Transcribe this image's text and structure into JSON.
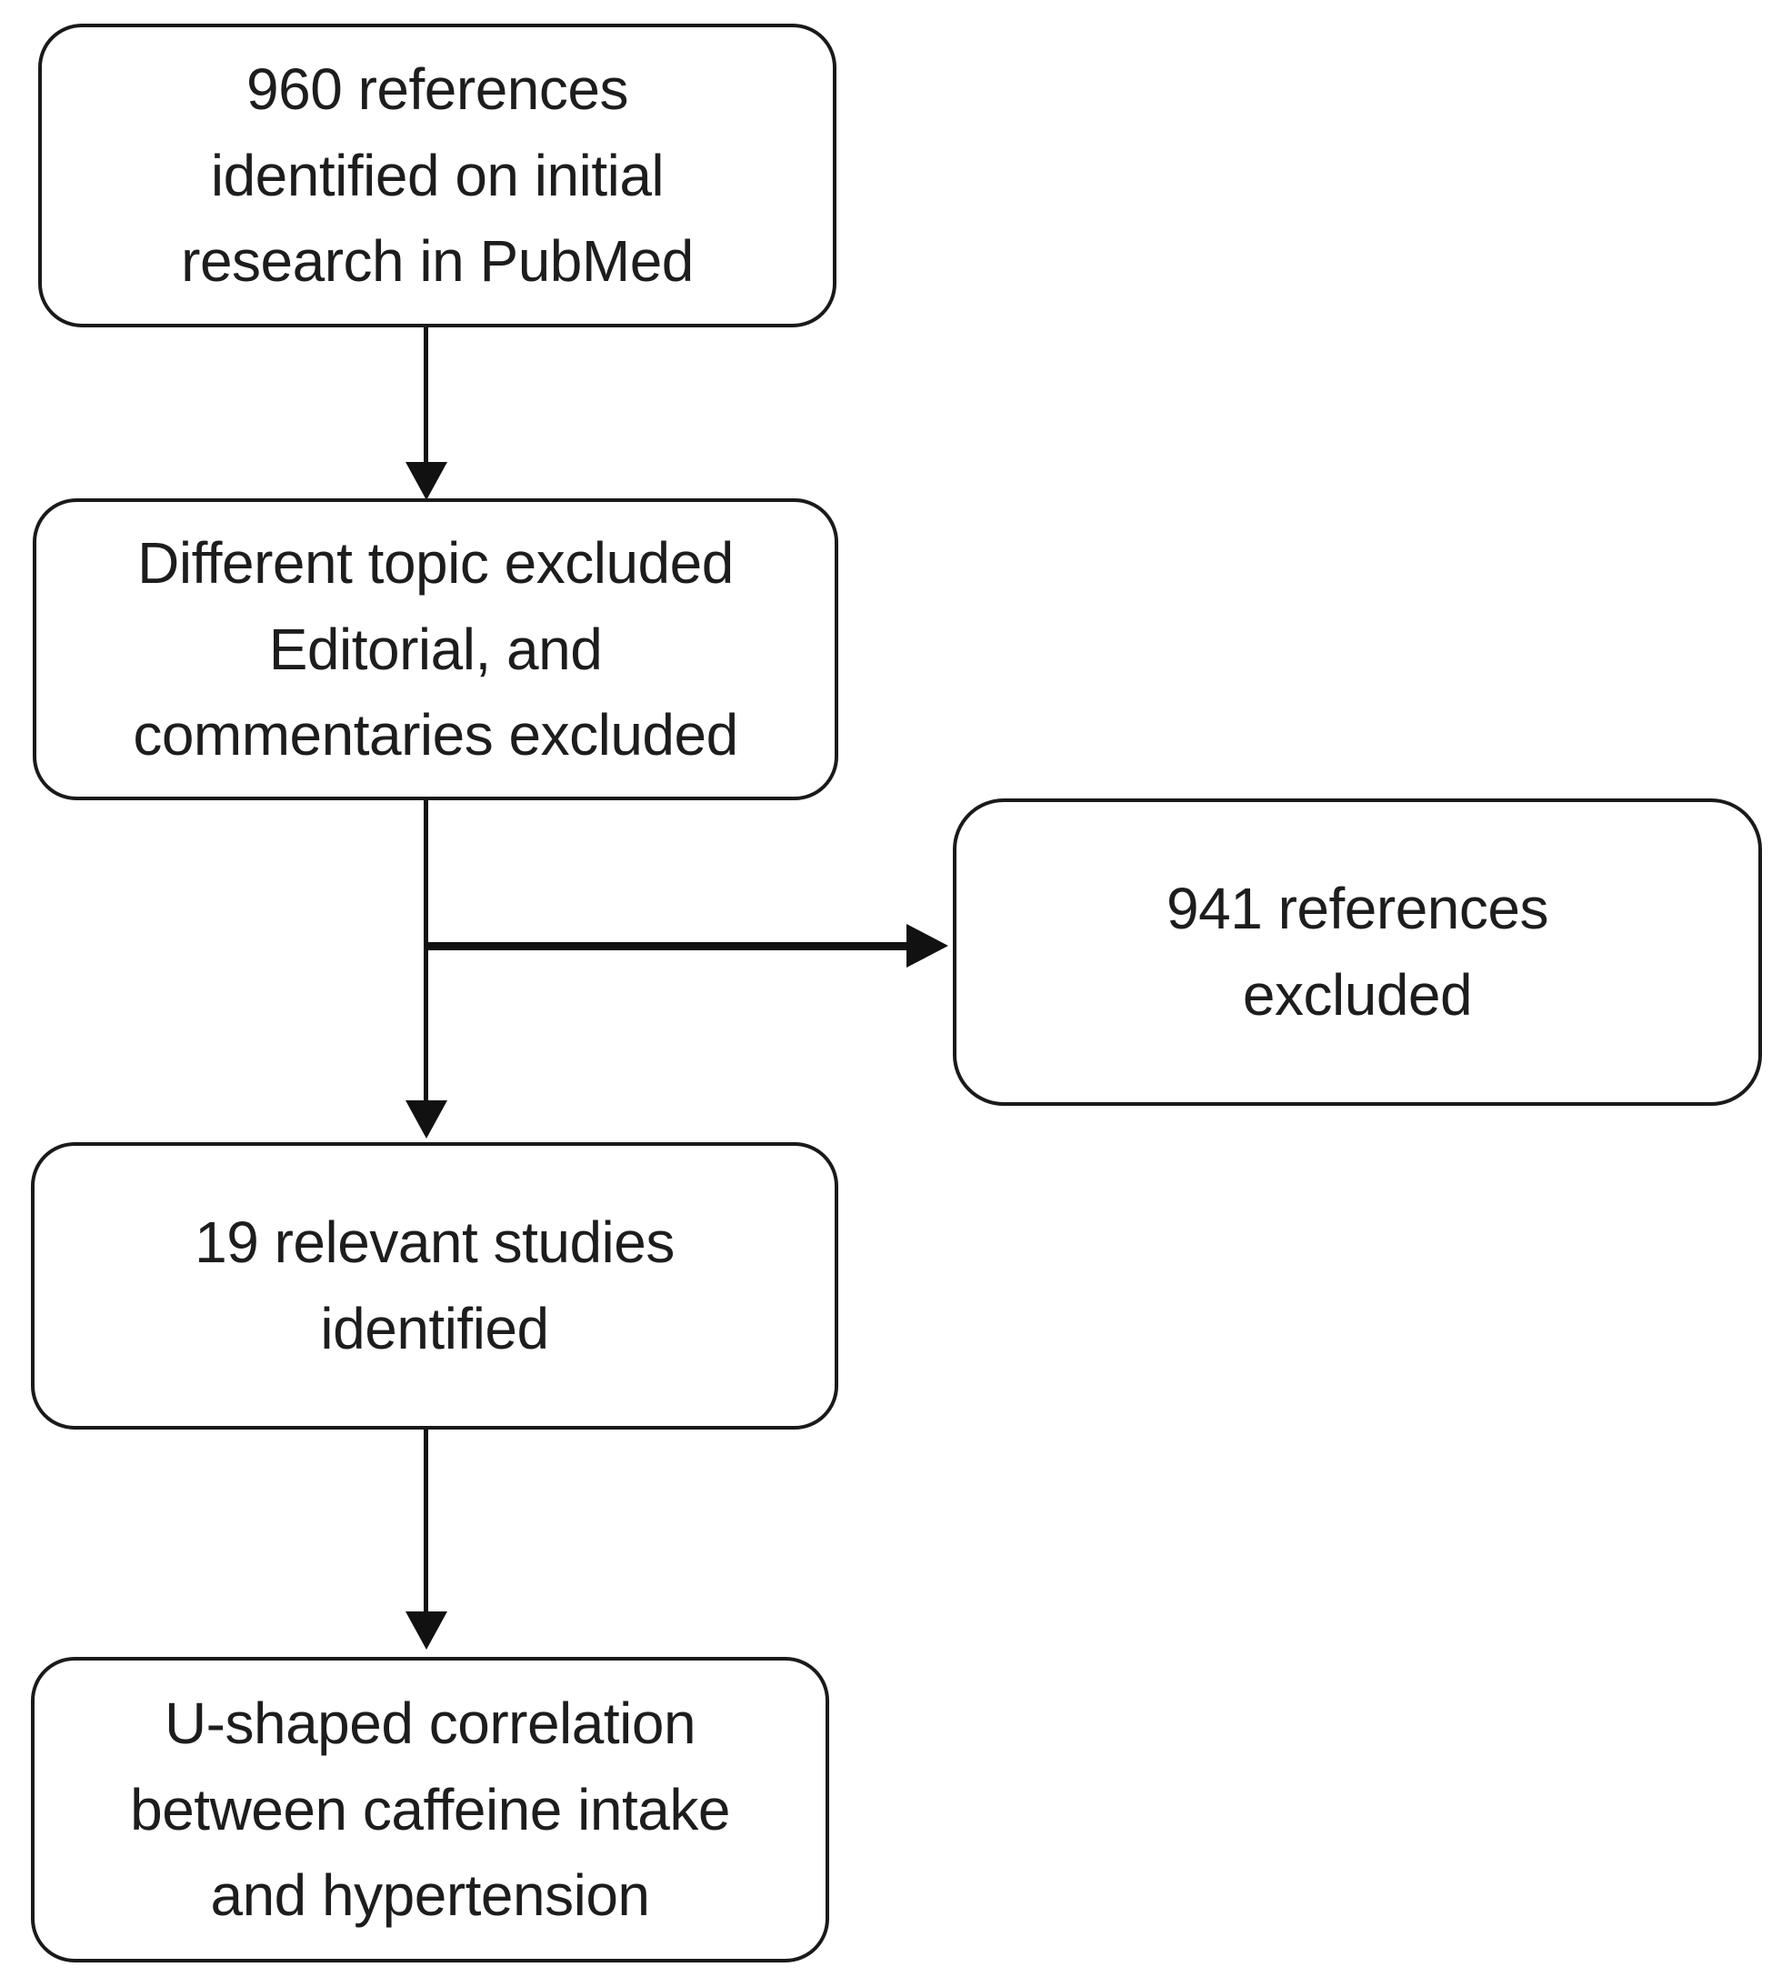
{
  "flowchart": {
    "node_initial": {
      "text": "960 references\nidentified on initial\nresearch in PubMed"
    },
    "node_exclusion_criteria": {
      "text": "Different topic excluded\nEditorial, and\ncommentaries excluded"
    },
    "node_excluded_count": {
      "text": "941 references\nexcluded"
    },
    "node_relevant": {
      "text": "19 relevant studies\nidentified"
    },
    "node_conclusion": {
      "text": "U-shaped correlation\nbetween caffeine intake\nand hypertension"
    },
    "colors": {
      "box_border": "#1a1a1a",
      "text": "#1d1d1d",
      "arrow": "#111111",
      "background": "#ffffff"
    }
  }
}
